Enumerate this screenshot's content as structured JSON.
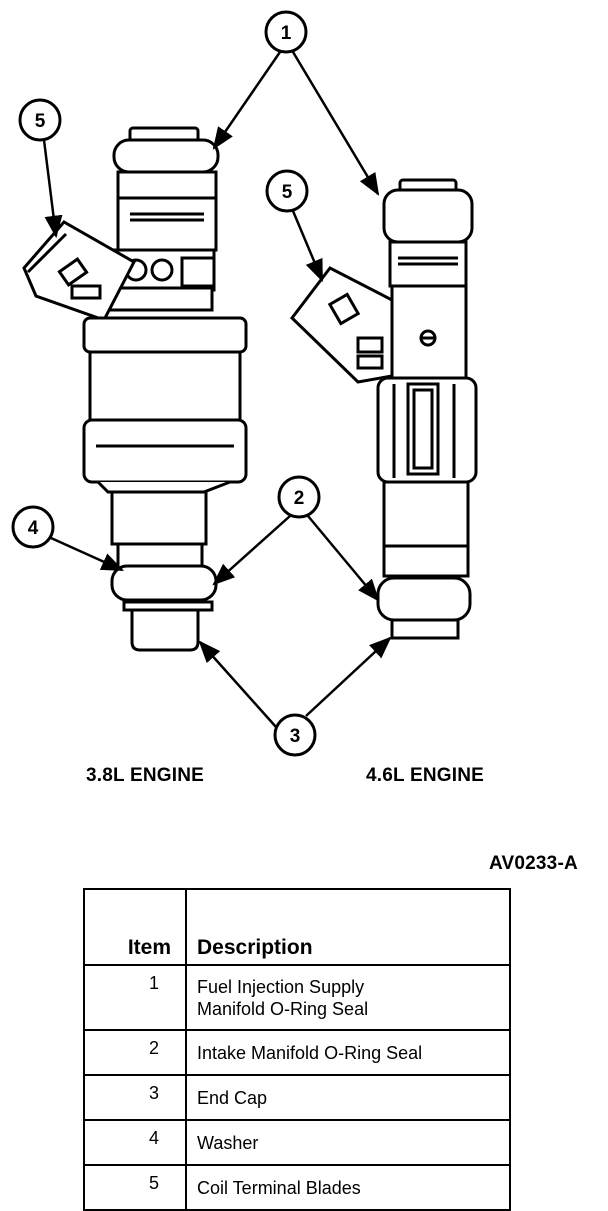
{
  "engines": {
    "left": "3.8L ENGINE",
    "right": "4.6L ENGINE"
  },
  "figure_code": "AV0233-A",
  "callouts": [
    "1",
    "5",
    "5",
    "2",
    "4",
    "3"
  ],
  "table": {
    "headers": {
      "item": "Item",
      "description": "Description"
    },
    "rows": [
      {
        "item": "1",
        "line1": "Fuel Injection Supply",
        "line2": "Manifold O-Ring Seal"
      },
      {
        "item": "2",
        "line1": "Intake Manifold O-Ring Seal",
        "line2": ""
      },
      {
        "item": "3",
        "line1": "End Cap",
        "line2": ""
      },
      {
        "item": "4",
        "line1": "Washer",
        "line2": ""
      },
      {
        "item": "5",
        "line1": "Coil Terminal Blades",
        "line2": ""
      }
    ]
  }
}
